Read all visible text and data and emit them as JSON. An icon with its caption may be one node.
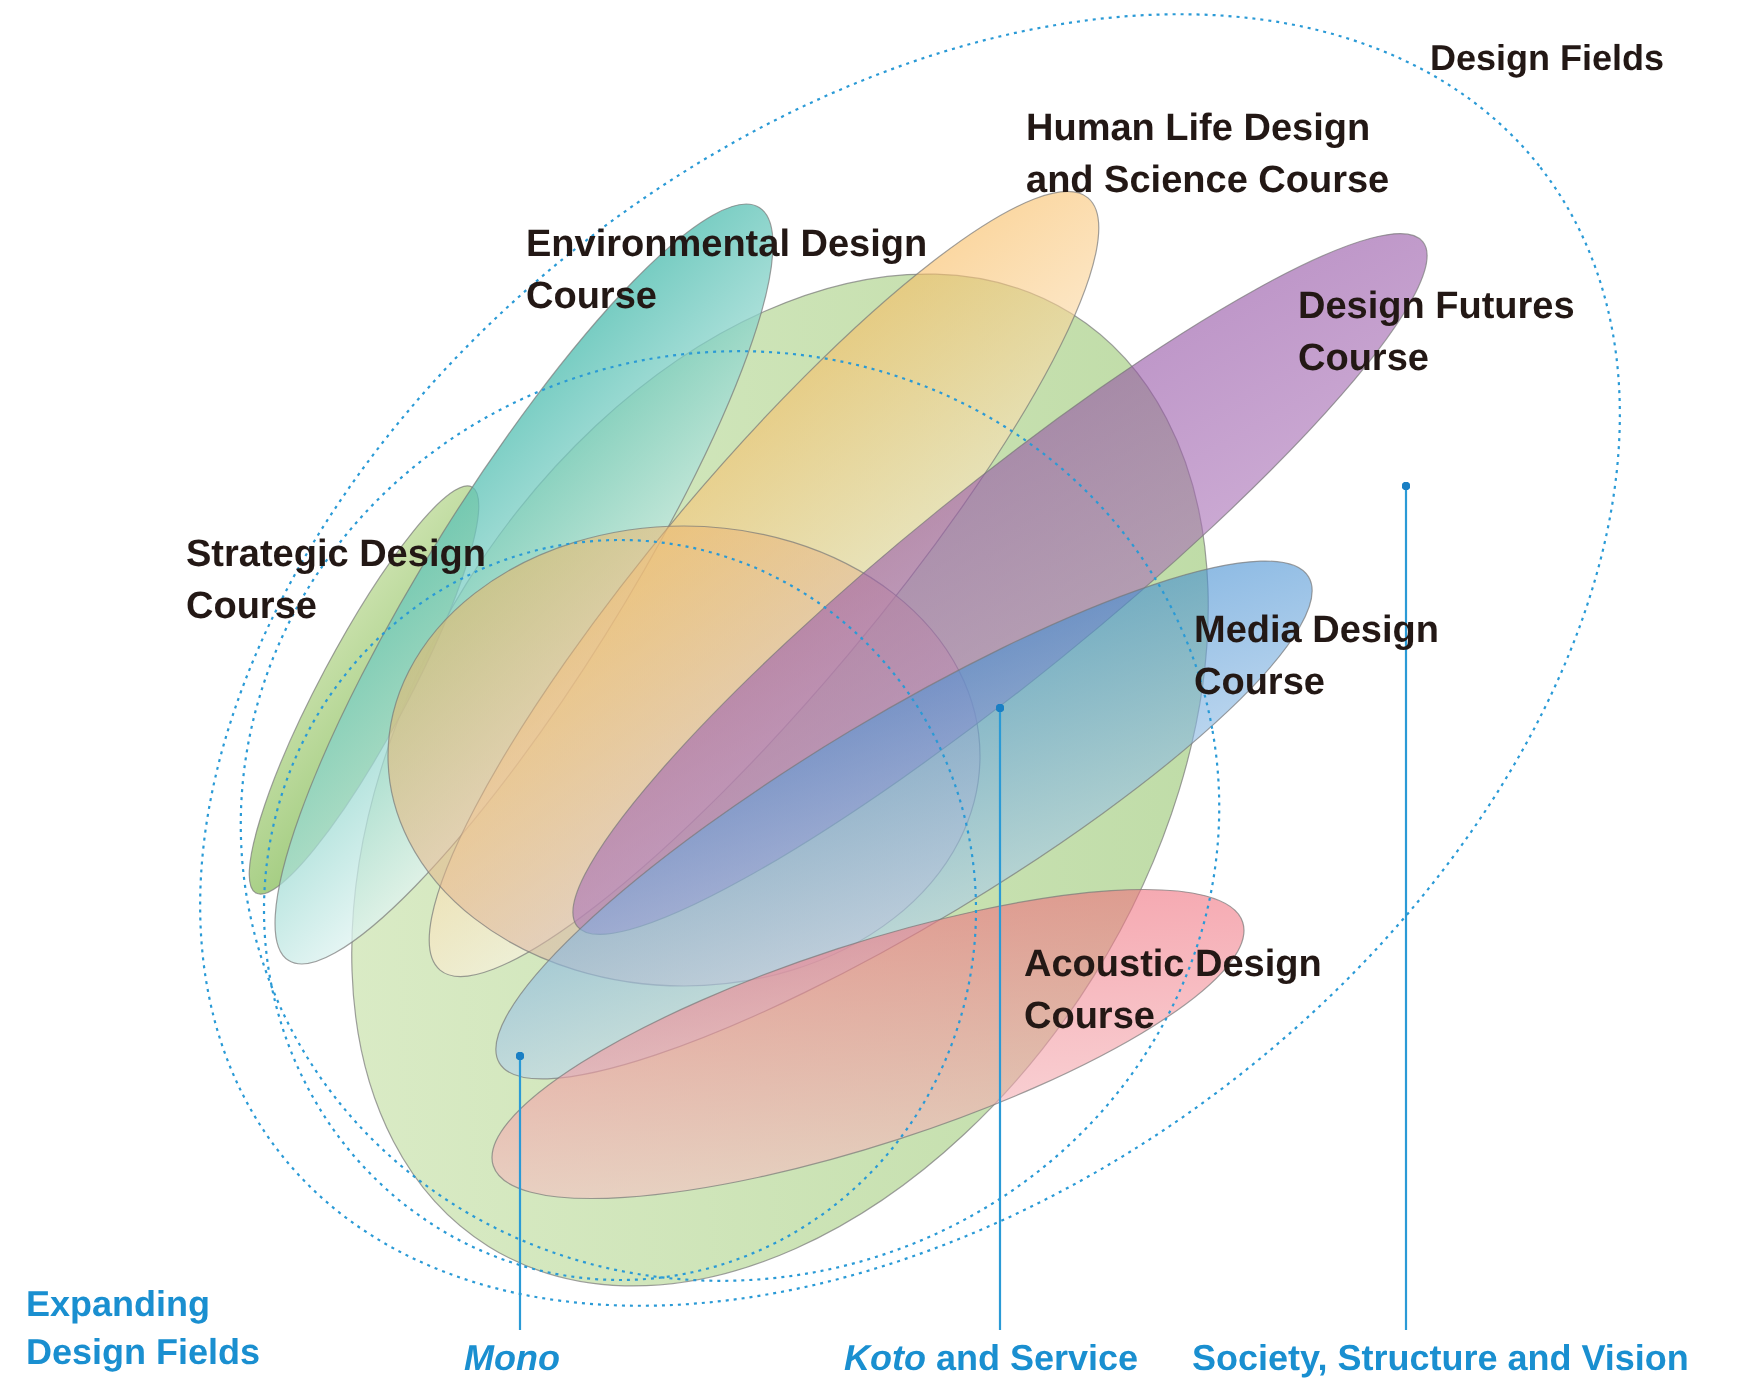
{
  "diagram": {
    "nodes": [
      {
        "text": [
          "Environmental Design Course"
        ]
      },
      {
        "text": [
          "Human Life Design and Science Course"
        ]
      },
      {
        "text": [
          "Design Futures Course"
        ]
      },
      {
        "text": [
          "Strategic Design Course"
        ]
      },
      {
        "text": [
          "Media Design Course"
        ]
      },
      {
        "text": [
          "Acoustic Design Course"
        ]
      },
      {
        "text": [
          "Mono"
        ]
      },
      {
        "text": [
          "*Koto* and Service"
        ]
      },
      {
        "text": [
          "Society, Structure and Vision"
        ]
      }
    ],
    "edges": [
      {
        "from": 6,
        "to": null,
        "arrow": "other"
      },
      {
        "from": 7,
        "to": null,
        "arrow": "other"
      },
      {
        "from": 8,
        "to": null,
        "arrow": "other"
      }
    ],
    "labels": [
      "Design Fields",
      "Expanding Design Fields"
    ]
  }
}
